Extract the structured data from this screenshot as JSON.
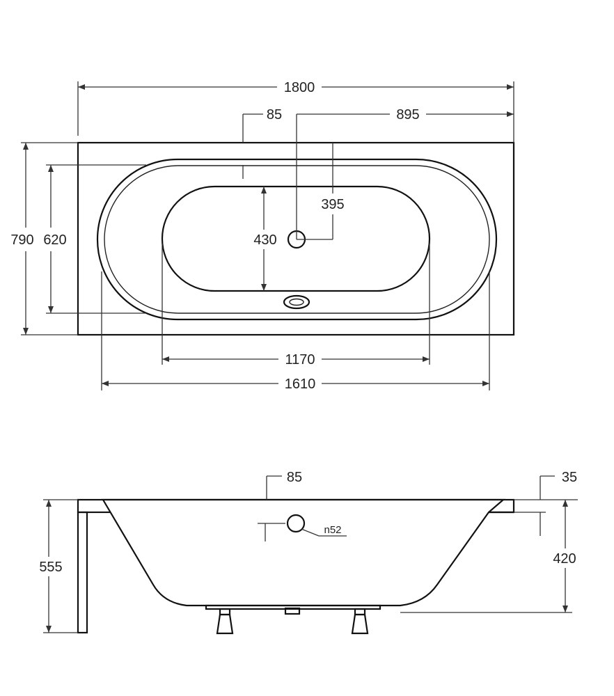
{
  "top_view": {
    "overall_length": "1800",
    "overflow_offset": "85",
    "drain_to_end": "895",
    "drain_offset": "395",
    "inner_width": "430",
    "outer_width": "790",
    "rim_width": "620",
    "inner_length": "1170",
    "rim_length": "1610"
  },
  "side_view": {
    "overflow_offset": "85",
    "rim_thickness": "35",
    "overflow_diameter": "n52",
    "total_height": "555",
    "inner_depth": "420"
  }
}
